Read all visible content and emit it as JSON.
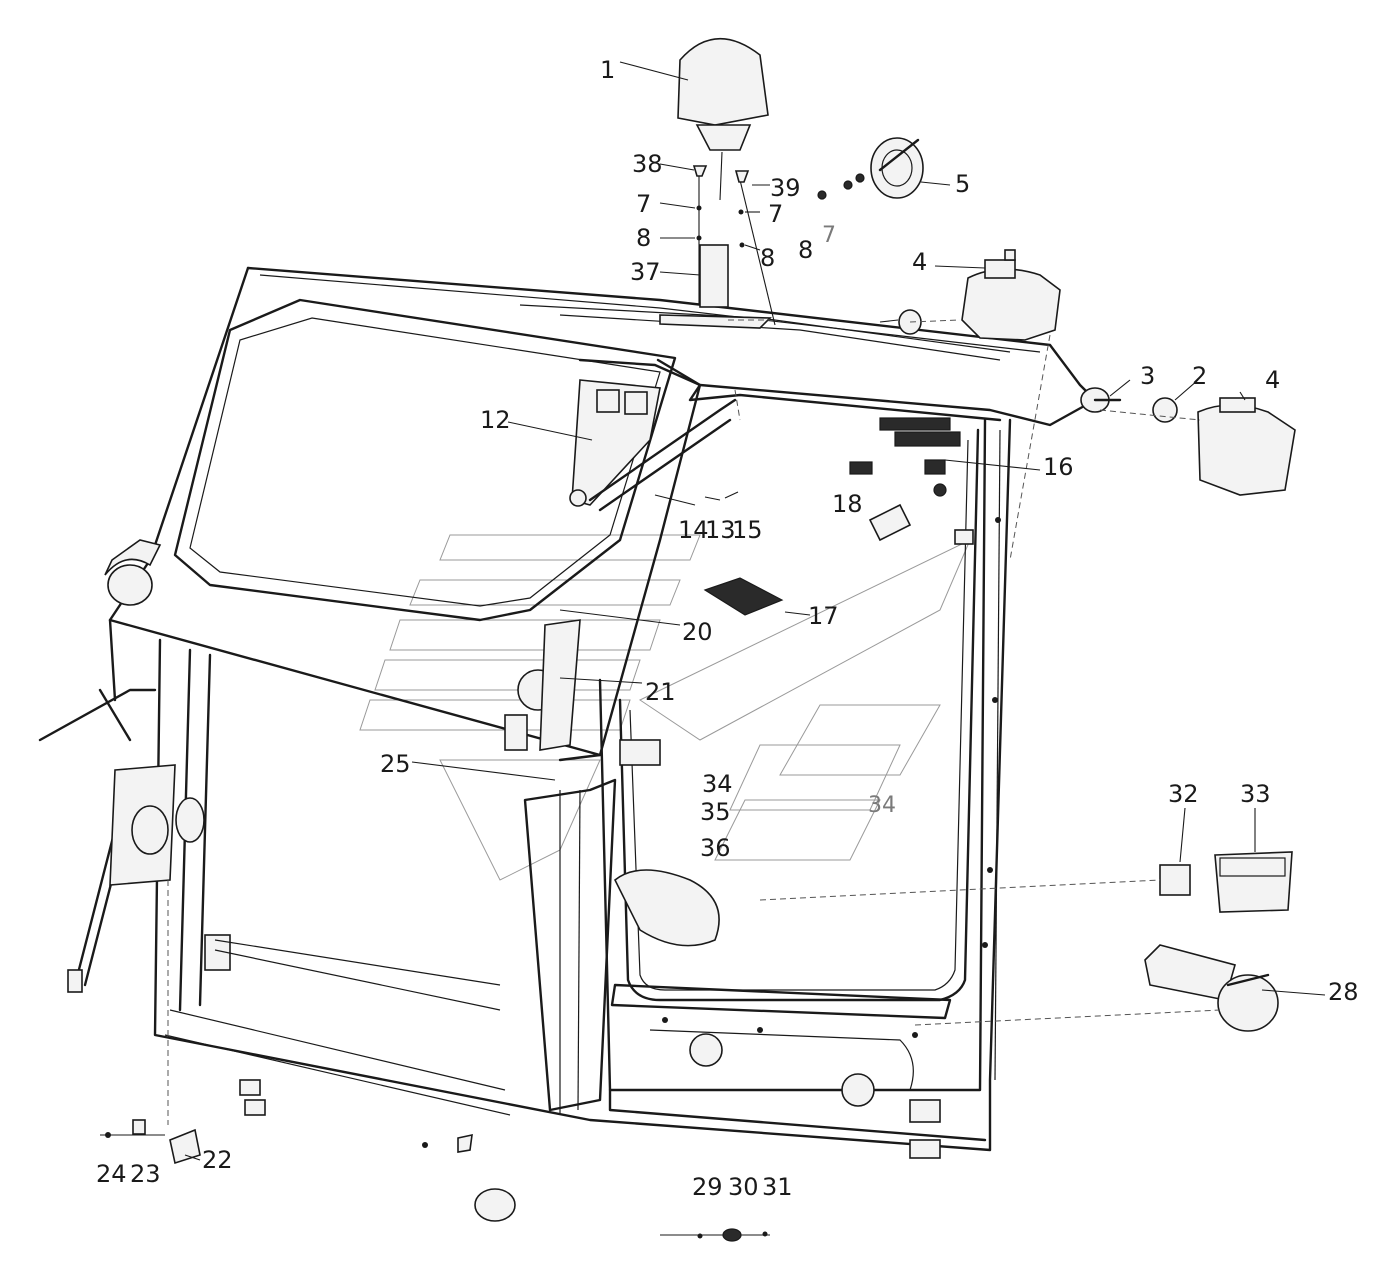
{
  "diagram": {
    "labels": [
      {
        "id": "1",
        "text": "1"
      },
      {
        "id": "2",
        "text": "2"
      },
      {
        "id": "3",
        "text": "3"
      },
      {
        "id": "4a",
        "text": "4"
      },
      {
        "id": "4b",
        "text": "4"
      },
      {
        "id": "5",
        "text": "5"
      },
      {
        "id": "7a",
        "text": "7"
      },
      {
        "id": "7b",
        "text": "7"
      },
      {
        "id": "7c",
        "text": "7"
      },
      {
        "id": "8a",
        "text": "8"
      },
      {
        "id": "8b",
        "text": "8"
      },
      {
        "id": "8c",
        "text": "8"
      },
      {
        "id": "12",
        "text": "12"
      },
      {
        "id": "13",
        "text": "13"
      },
      {
        "id": "14",
        "text": "14"
      },
      {
        "id": "15",
        "text": "15"
      },
      {
        "id": "16",
        "text": "16"
      },
      {
        "id": "17",
        "text": "17"
      },
      {
        "id": "18",
        "text": "18"
      },
      {
        "id": "20",
        "text": "20"
      },
      {
        "id": "21",
        "text": "21"
      },
      {
        "id": "22",
        "text": "22"
      },
      {
        "id": "23",
        "text": "23"
      },
      {
        "id": "24",
        "text": "24"
      },
      {
        "id": "25",
        "text": "25"
      },
      {
        "id": "28",
        "text": "28"
      },
      {
        "id": "29",
        "text": "29"
      },
      {
        "id": "30",
        "text": "30"
      },
      {
        "id": "31",
        "text": "31"
      },
      {
        "id": "32",
        "text": "32"
      },
      {
        "id": "33",
        "text": "33"
      },
      {
        "id": "34a",
        "text": "34"
      },
      {
        "id": "34b",
        "text": "34"
      },
      {
        "id": "35a",
        "text": "35"
      },
      {
        "id": "36",
        "text": "36"
      },
      {
        "id": "37",
        "text": "37"
      },
      {
        "id": "38",
        "text": "38"
      },
      {
        "id": "39",
        "text": "39"
      }
    ]
  }
}
